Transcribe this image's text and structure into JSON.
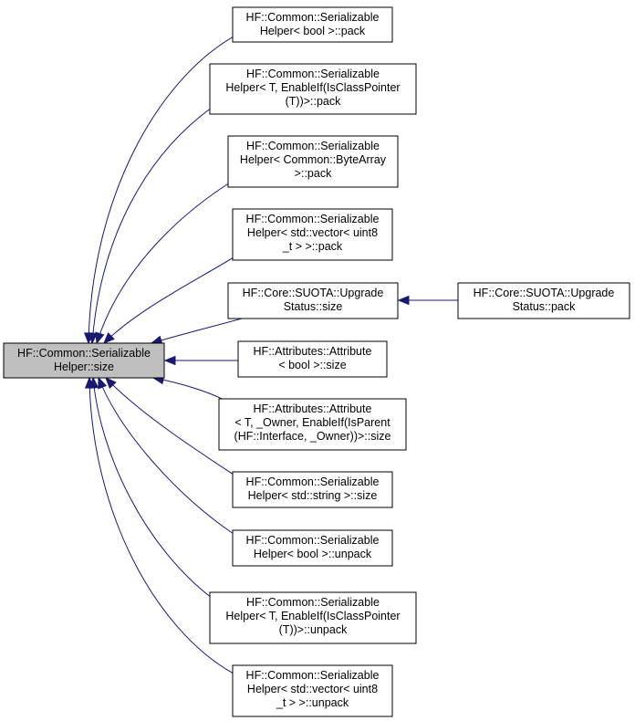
{
  "root": {
    "lines": [
      "HF::Common::Serializable",
      "Helper::size"
    ]
  },
  "callers": [
    {
      "lines": [
        "HF::Common::Serializable",
        "Helper< bool >::pack"
      ]
    },
    {
      "lines": [
        "HF::Common::Serializable",
        "Helper< T, EnableIf(IsClassPointer",
        "(T))>::pack"
      ]
    },
    {
      "lines": [
        "HF::Common::Serializable",
        "Helper< Common::ByteArray",
        ">::pack"
      ]
    },
    {
      "lines": [
        "HF::Common::Serializable",
        "Helper< std::vector< uint8",
        "_t > >::pack"
      ]
    },
    {
      "lines": [
        "HF::Core::SUOTA::Upgrade",
        "Status::size"
      ]
    },
    {
      "lines": [
        "HF::Attributes::Attribute",
        "< bool >::size"
      ]
    },
    {
      "lines": [
        "HF::Attributes::Attribute",
        "< T, _Owner, EnableIf(IsParent",
        "(HF::Interface, _Owner))>::size"
      ]
    },
    {
      "lines": [
        "HF::Common::Serializable",
        "Helper< std::string >::size"
      ]
    },
    {
      "lines": [
        "HF::Common::Serializable",
        "Helper< bool >::unpack"
      ]
    },
    {
      "lines": [
        "HF::Common::Serializable",
        "Helper< T, EnableIf(IsClassPointer",
        "(T))>::unpack"
      ]
    },
    {
      "lines": [
        "HF::Common::Serializable",
        "Helper< std::vector< uint8",
        "_t > >::unpack"
      ]
    }
  ],
  "secondary": {
    "lines": [
      "HF::Core::SUOTA::Upgrade",
      "Status::pack"
    ]
  }
}
